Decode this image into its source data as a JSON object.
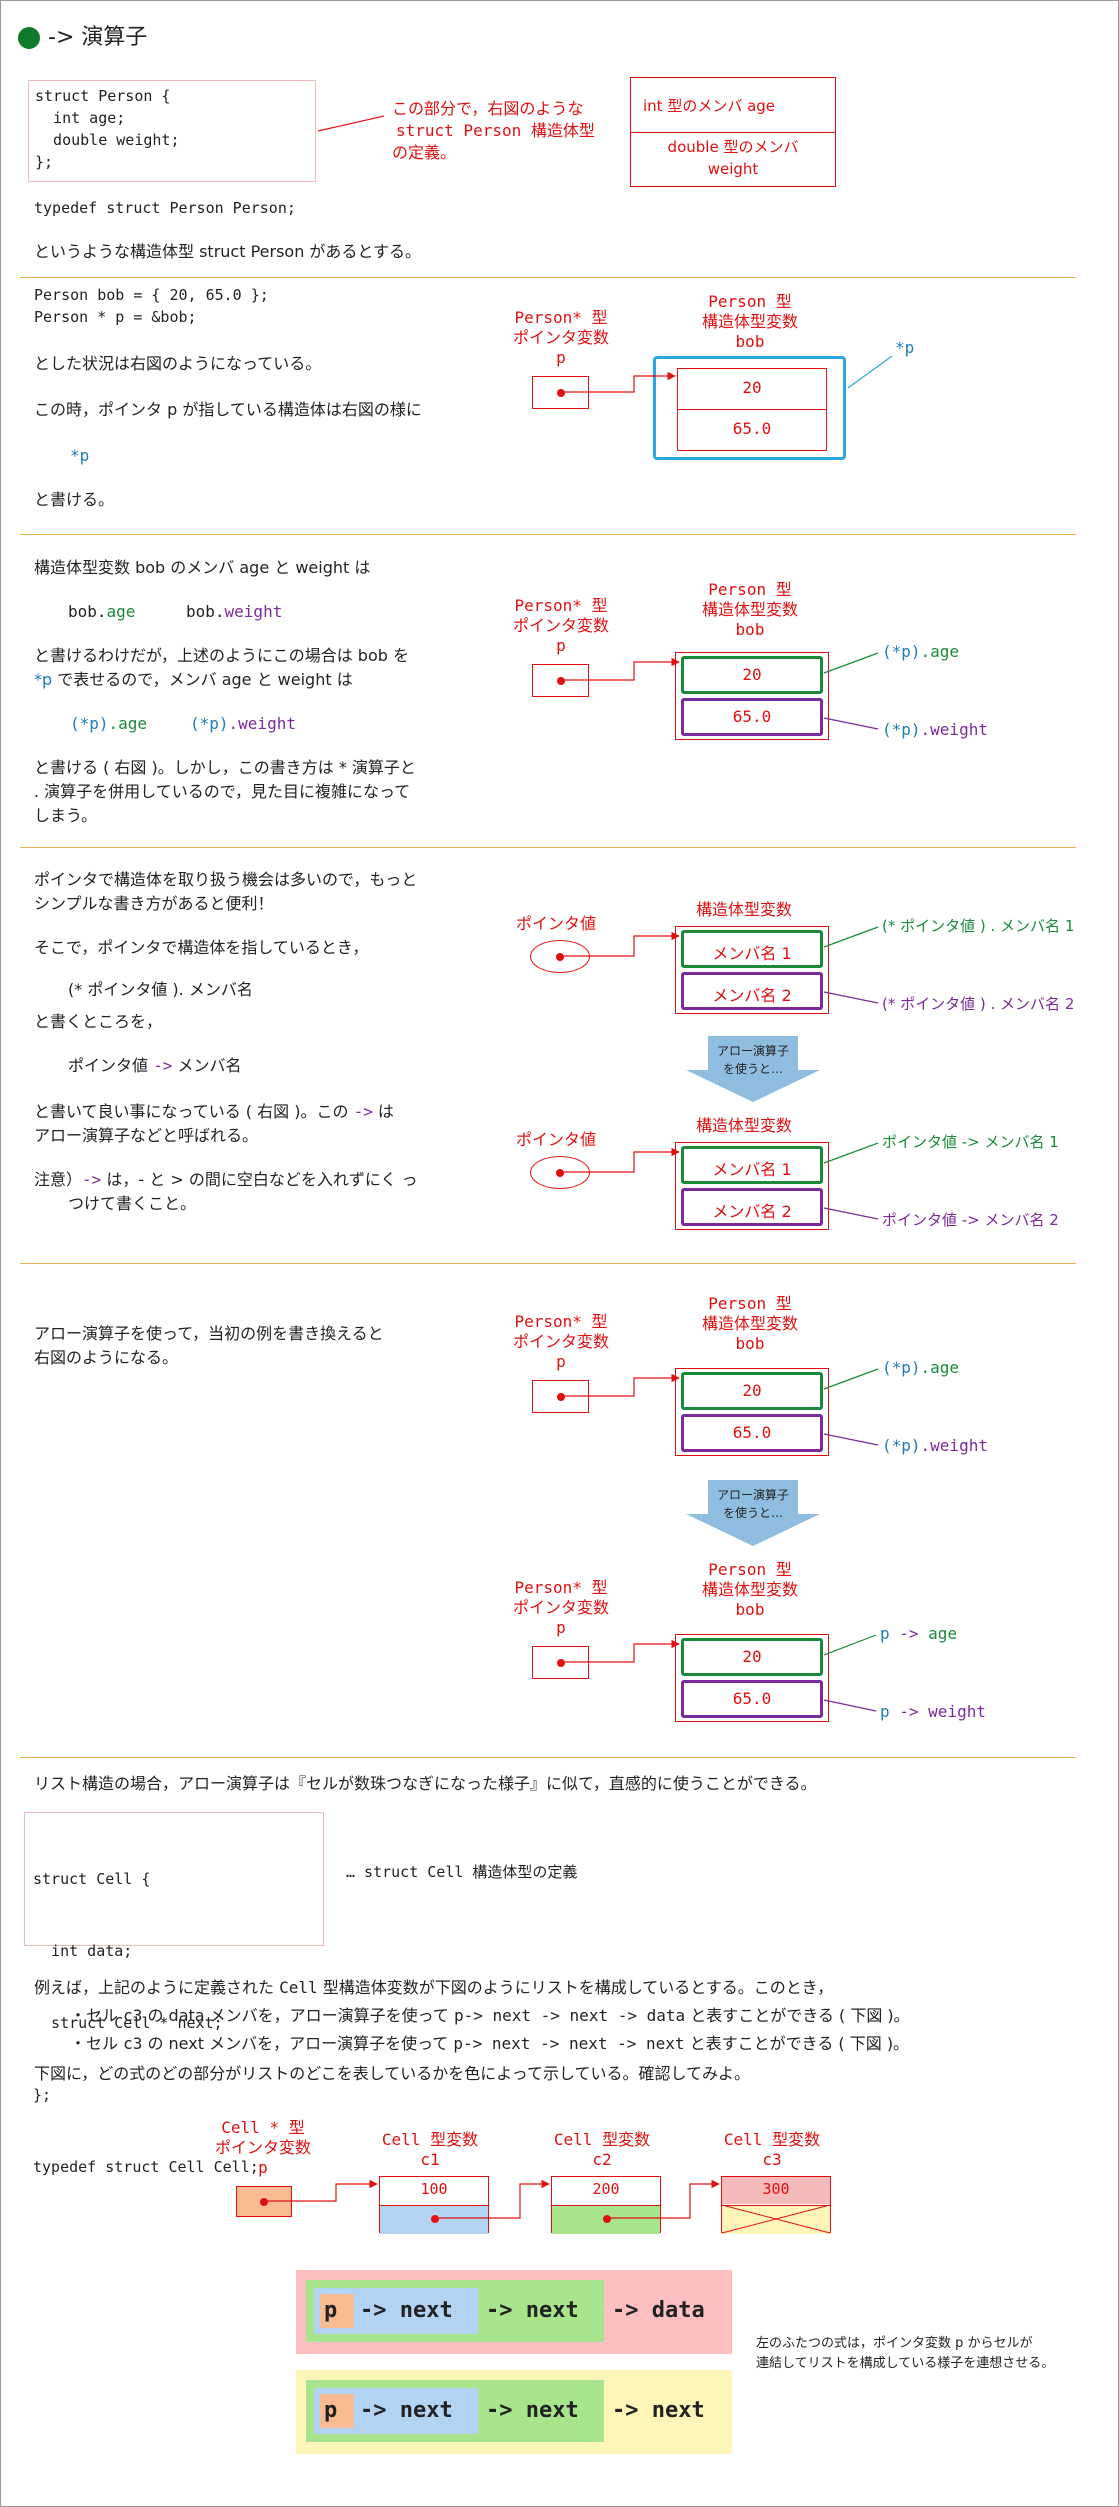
{
  "title": "-> 演算子",
  "s1": {
    "code": [
      "struct Person {",
      "  int age;",
      "  double weight;",
      "};"
    ],
    "note": [
      "この部分で，右図のような",
      "struct Person 構造体型",
      "の定義。"
    ],
    "member1": "int 型のメンバ age",
    "member2": [
      "double 型のメンバ",
      "weight"
    ],
    "typedef": "typedef struct Person Person;",
    "desc": "というような構造体型 struct Person があるとする。"
  },
  "s2": {
    "code": [
      "Person bob = { 20, 65.0 };",
      "Person * p = &bob;"
    ],
    "l1": "とした状況は右図のようになっている。",
    "l2": "この時，ポインタ p が指している構造体は右図の様に",
    "expr": "*p",
    "l3": "と書ける。",
    "ptr_label": [
      "Person* 型",
      "ポインタ変数",
      "p"
    ],
    "struct_label": [
      "Person 型",
      "構造体型変数",
      "bob"
    ],
    "v_age": "20",
    "v_weight": "65.0",
    "deref": "*p"
  },
  "s3": {
    "l1": "構造体型変数 bob のメンバ age と weight は",
    "expr_age": "bob.age",
    "expr_weight": "bob.weight",
    "l2a": "と書けるわけだが，上述のようにこの場合は bob を",
    "l2b": "*p で表せるので，メンバ age と weight は",
    "p_age": "(*p).age",
    "p_weight": "(*p).weight",
    "l3a": "と書ける ( 右図 )。しかし，この書き方は * 演算子と",
    "l3b": ". 演算子を併用しているので，見た目に複雑になって",
    "l3c": "しまう。",
    "lab_age": "(*p).age",
    "lab_weight": "(*p).weight"
  },
  "s4": {
    "l1a": "ポインタで構造体を取り扱う機会は多いので，もっと",
    "l1b": "シンプルな書き方があると便利！",
    "l2": "そこで，ポインタで構造体を指しているとき，",
    "form1": "(* ポインタ値 ). メンバ名",
    "l3": "と書くところを，",
    "form2a": "ポインタ値",
    "form2op": "->",
    "form2b": "メンバ名",
    "l4a": "と書いて良い事になっている ( 右図 )。この",
    "l4op": "->",
    "l4b": "は",
    "l5": "アロー演算子などと呼ばれる。",
    "n1a": "注意）",
    "n1op": "->",
    "n1b": "は，- と > の間に空白などを入れずにく っ",
    "n2": "つけて書くこと。",
    "ptr": "ポインタ値",
    "st": "構造体型変数",
    "m1": "メンバ名 1",
    "m2": "メンバ名 2",
    "lab1": "(* ポインタ値 ) . メンバ名 1",
    "lab2": "(* ポインタ値 ) . メンバ名 2",
    "arrow_text": [
      "アロー演算子",
      "を使うと…"
    ],
    "lab3": "ポインタ値 -> メンバ名 1",
    "lab4": "ポインタ値 -> メンバ名 2"
  },
  "s5": {
    "l1": "アロー演算子を使って，当初の例を書き換えると",
    "l2": "右図のようになる。",
    "lab_age": "(*p).age",
    "lab_weight": "(*p).weight",
    "arr_age": "p -> age",
    "arr_weight": "p -> weight"
  },
  "s6": {
    "intro": "リスト構造の場合，アロー演算子は『セルが数珠つなぎになった様子』に似て，直感的に使うことができる。",
    "code": [
      "struct Cell {",
      "  int data;",
      "  struct Cell * next;",
      "};",
      "typedef struct Cell Cell;"
    ],
    "code_note": "… struct Cell 構造体型の定義",
    "e1": "例えば，上記のように定義された Cell 型構造体変数が下図のようにリストを構成しているとする。このとき，",
    "e2": "・セル c3 の data メンバを，アロー演算子を使って p-> next -> next -> data と表すことができる ( 下図 )。",
    "e3": "・セル c3 の next メンバを，アロー演算子を使って p-> next -> next -> next と表すことができる ( 下図 )。",
    "e4": "下図に，どの式のどの部分がリストのどこを表しているかを色によって示している。確認してみよ。",
    "ptr_label": [
      "Cell * 型",
      "ポインタ変数",
      "p"
    ],
    "c1_label": [
      "Cell 型変数",
      "c1"
    ],
    "c2_label": [
      "Cell 型変数",
      "c2"
    ],
    "c3_label": [
      "Cell 型変数",
      "c3"
    ],
    "c1_val": "100",
    "c2_val": "200",
    "c3_val": "300",
    "expr1": {
      "p": "p",
      "a1": "-> next",
      "a2": "-> next",
      "a3": "-> data"
    },
    "expr2": {
      "p": "p",
      "a1": "-> next",
      "a2": "-> next",
      "a3": "-> next"
    },
    "side_note": [
      "左のふたつの式は，ポインタ変数 p からセルが",
      "連結してリストを構成している様子を連想させる。"
    ]
  },
  "colors": {
    "red": "#e01010",
    "blue": "#1e7bb8",
    "green": "#1a8a3a",
    "purple": "#7a2a9a",
    "rule": "#e8b050"
  }
}
